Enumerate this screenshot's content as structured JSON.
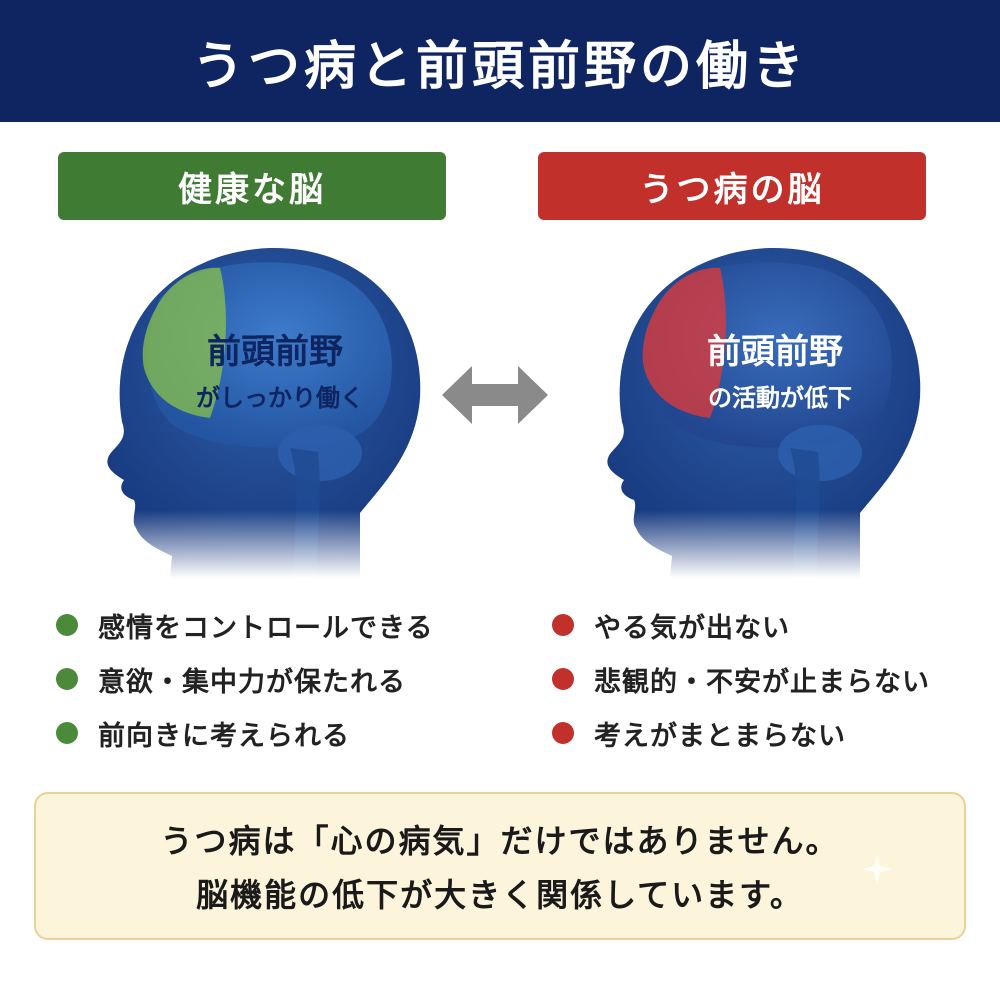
{
  "title": "うつ病と前頭前野の働き",
  "healthy": {
    "label": "健康な脳",
    "overlay_title": "前頭前野",
    "overlay_sub": "がしっかり働く",
    "region_color": "#8bc34a",
    "points": [
      "感情をコントロールできる",
      "意欲・集中力が保たれる",
      "前向きに考えられる"
    ]
  },
  "depressed": {
    "label": "うつ病の脳",
    "overlay_title": "前頭前野",
    "overlay_sub": "の活動が低下",
    "region_color": "#e53935",
    "points": [
      "やる気が出ない",
      "悲観的・不安が止まらない",
      "考えがまとまらない"
    ]
  },
  "note": {
    "line1": "うつ病は「心の病気」だけではありません。",
    "line2": "脳機能の低下が大きく関係しています。"
  },
  "colors": {
    "banner": "#0f2561",
    "healthy_accent": "#3f7b33",
    "depressed_accent": "#c2302b",
    "note_bg": "#fdf4dc"
  },
  "icons": {
    "compare_arrow": "double-arrow-icon",
    "bullet": "dot-icon",
    "sparkle": "sparkle-icon"
  }
}
